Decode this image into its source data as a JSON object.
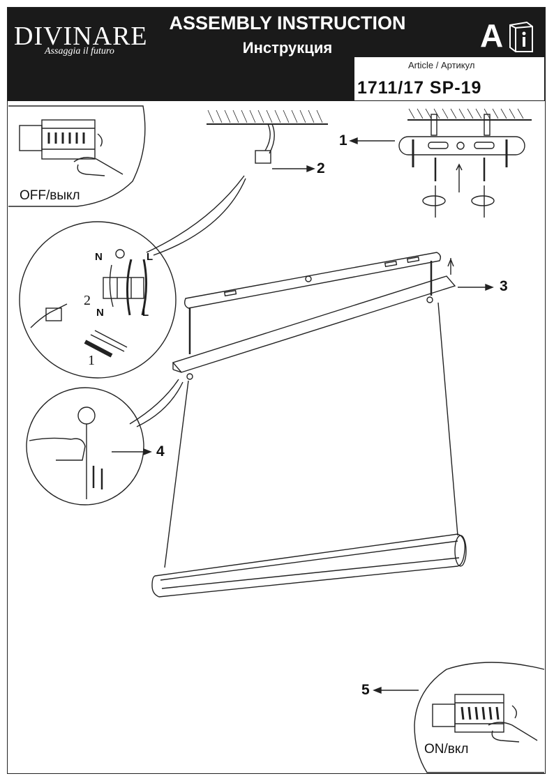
{
  "header": {
    "brand": "DIVINARE",
    "brand_tagline": "Assaggia il futuro",
    "title_en": "ASSEMBLY INSTRUCTION",
    "title_ru": "Инструкция",
    "language_badge": "A",
    "article_label": "Article / Артикул",
    "article_code": "1711/17 SP-19"
  },
  "steps": {
    "s1": "1",
    "s2": "2",
    "s3": "3",
    "s4": "4",
    "s5": "5"
  },
  "labels": {
    "off": "OFF/выкл",
    "on": "ON/вкл"
  },
  "wiring": {
    "neutral": "N",
    "line": "L",
    "sub_step_1": "1",
    "sub_step_2": "2"
  },
  "icons": [
    "info-book-icon",
    "hand-icon",
    "screwdriver-icon",
    "rotate-arrow-icon",
    "arrow-icon"
  ]
}
